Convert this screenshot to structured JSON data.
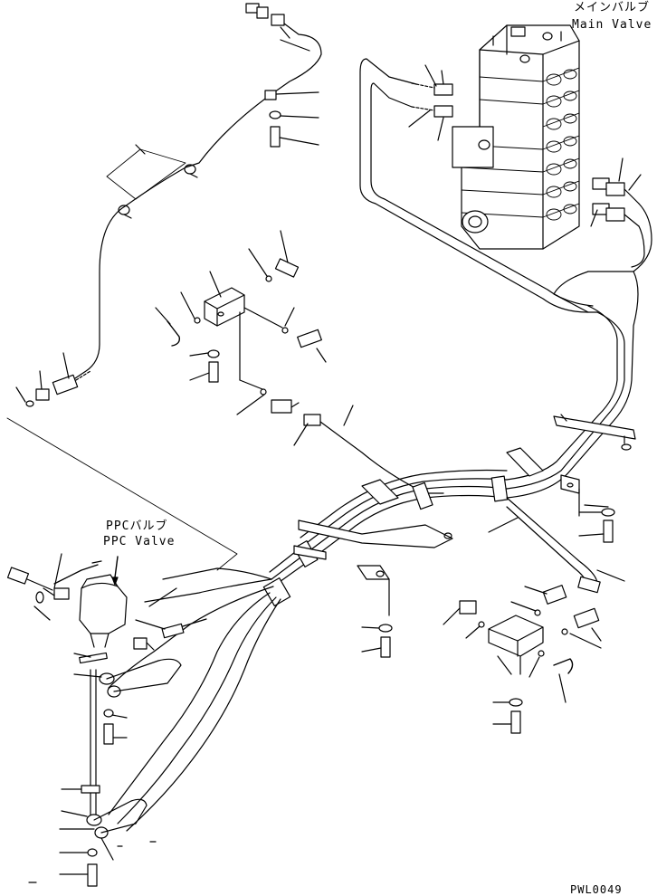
{
  "labels": {
    "main_valve_jp": "メインバルブ",
    "main_valve_en": "Main Valve",
    "ppc_valve_jp": "PPCバルブ",
    "ppc_valve_en": "PPC Valve",
    "drawing_code": "PWL0049"
  },
  "colors": {
    "line": "#000000",
    "background": "#ffffff"
  }
}
